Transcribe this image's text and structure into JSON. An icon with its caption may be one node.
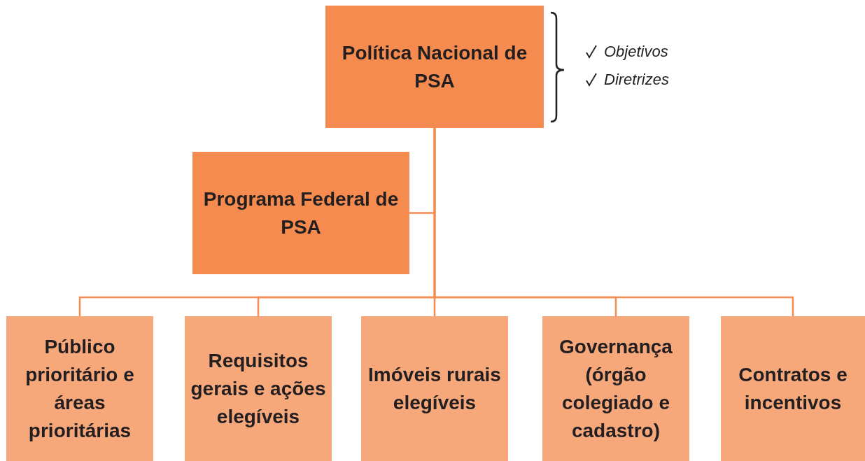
{
  "diagram": {
    "nodes": [
      {
        "text": [
          "Política Nacional de PSA"
        ],
        "beside": [
          "Objetivos",
          "Diretrizes"
        ]
      },
      {
        "text": [
          "Programa Federal de PSA"
        ]
      },
      {
        "text": [
          "Público prioritário e áreas prioritárias"
        ]
      },
      {
        "text": [
          "Requisitos gerais e ações elegíveis"
        ]
      },
      {
        "text": [
          "Imóveis rurais elegíveis"
        ]
      },
      {
        "text": [
          "Governança (órgão colegiado e cadastro)"
        ]
      },
      {
        "text": [
          "Contratos e incentivos"
        ]
      }
    ],
    "edges": [
      {
        "from": 0,
        "to": 1,
        "arrow": "none"
      },
      {
        "from": 0,
        "to": 2,
        "arrow": "none"
      },
      {
        "from": 0,
        "to": 3,
        "arrow": "none"
      },
      {
        "from": 0,
        "to": 4,
        "arrow": "none"
      },
      {
        "from": 0,
        "to": 5,
        "arrow": "none"
      },
      {
        "from": 0,
        "to": 6,
        "arrow": "none"
      }
    ]
  }
}
